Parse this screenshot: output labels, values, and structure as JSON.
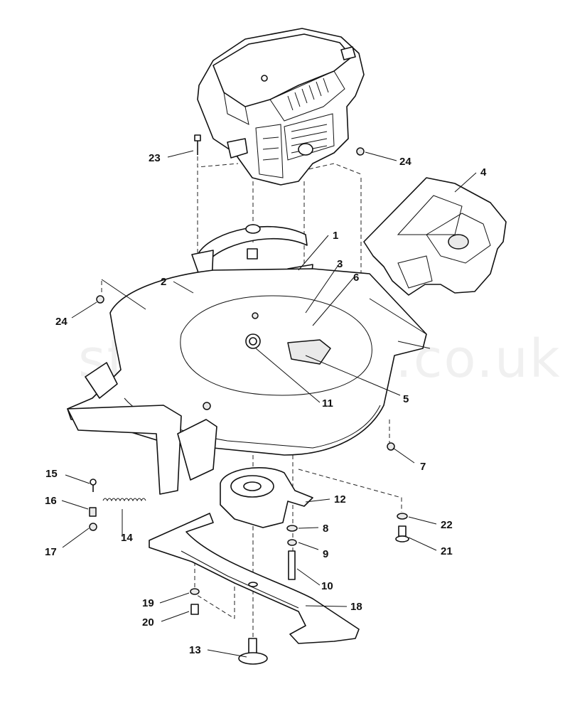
{
  "watermark": "stigaspares.co.uk",
  "callouts": [
    {
      "id": "1",
      "label": "1"
    },
    {
      "id": "2",
      "label": "2"
    },
    {
      "id": "3",
      "label": "3"
    },
    {
      "id": "4",
      "label": "4"
    },
    {
      "id": "5",
      "label": "5"
    },
    {
      "id": "6",
      "label": "6"
    },
    {
      "id": "7",
      "label": "7"
    },
    {
      "id": "8",
      "label": "8"
    },
    {
      "id": "9",
      "label": "9"
    },
    {
      "id": "10",
      "label": "10"
    },
    {
      "id": "11",
      "label": "11"
    },
    {
      "id": "12",
      "label": "12"
    },
    {
      "id": "13",
      "label": "13"
    },
    {
      "id": "14",
      "label": "14"
    },
    {
      "id": "15",
      "label": "15"
    },
    {
      "id": "16",
      "label": "16"
    },
    {
      "id": "17",
      "label": "17"
    },
    {
      "id": "18",
      "label": "18"
    },
    {
      "id": "19",
      "label": "19"
    },
    {
      "id": "20",
      "label": "20"
    },
    {
      "id": "21",
      "label": "21"
    },
    {
      "id": "22",
      "label": "22"
    },
    {
      "id": "23",
      "label": "23"
    },
    {
      "id": "24a",
      "label": "24"
    },
    {
      "id": "24b",
      "label": "24"
    }
  ]
}
